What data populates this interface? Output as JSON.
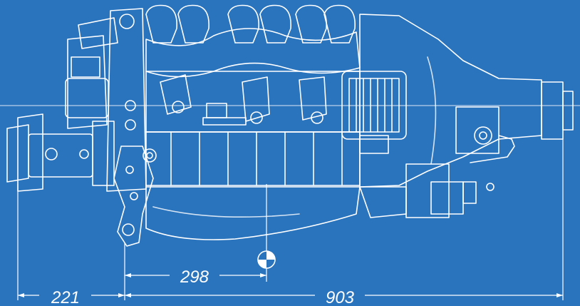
{
  "drawing": {
    "background_color": "#2a73bd",
    "line_color": "#ffffff",
    "subject_icon": "engine-side-view",
    "center_of_gravity_icon": "center-of-gravity-symbol"
  },
  "dimensions": {
    "front_offset": "221",
    "cg_offset": "298",
    "overall_length": "903"
  }
}
